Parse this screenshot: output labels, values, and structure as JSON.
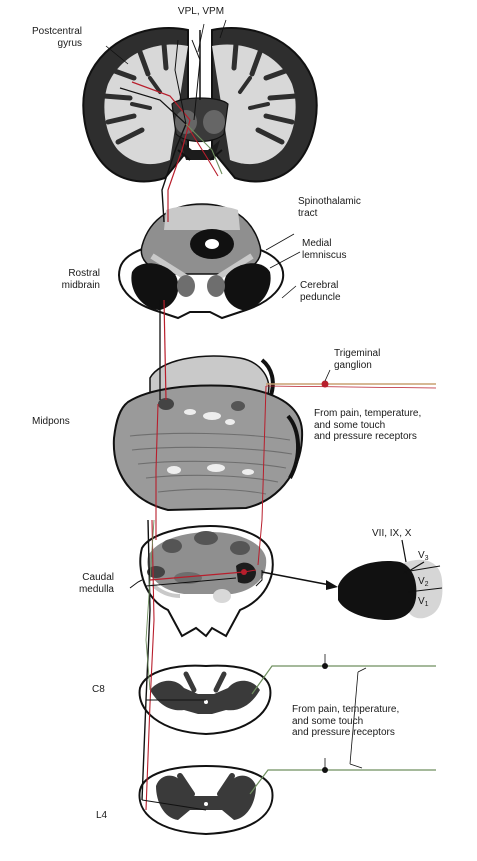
{
  "labels": {
    "vpl_vpm": "VPL, VPM",
    "postcentral_1": "Postcentral",
    "postcentral_2": "gyrus",
    "spinothalamic_1": "Spinothalamic",
    "spinothalamic_2": "tract",
    "medial_lemniscus_1": "Medial",
    "medial_lemniscus_2": "lemniscus",
    "rostral_midbrain_1": "Rostral",
    "rostral_midbrain_2": "midbrain",
    "cerebral_peduncle_1": "Cerebral",
    "cerebral_peduncle_2": "peduncle",
    "trigeminal_1": "Trigeminal",
    "trigeminal_2": "ganglion",
    "midpons": "Midpons",
    "receptors_upper_1": "From pain, temperature,",
    "receptors_upper_2": "and some touch",
    "receptors_upper_3": "and pressure receptors",
    "nerves": "VII, IX, X",
    "caudal_medulla_1": "Caudal",
    "caudal_medulla_2": "medulla",
    "v_letter": "V",
    "v3_sub": "3",
    "v2_sub": "2",
    "v1_sub": "1",
    "c8": "C8",
    "receptors_lower_1": "From pain, temperature,",
    "receptors_lower_2": "and some touch",
    "receptors_lower_3": "and pressure receptors",
    "l4": "L4"
  },
  "colors": {
    "outline": "#111111",
    "gray_matter": "#3a3a3a",
    "section_fill": "#8f8f8f",
    "light_fill": "#c9c9c9",
    "pathway_red": "#b81e2c",
    "fiber_tan": "#c8a070",
    "fiber_green": "#6f8f5f"
  }
}
